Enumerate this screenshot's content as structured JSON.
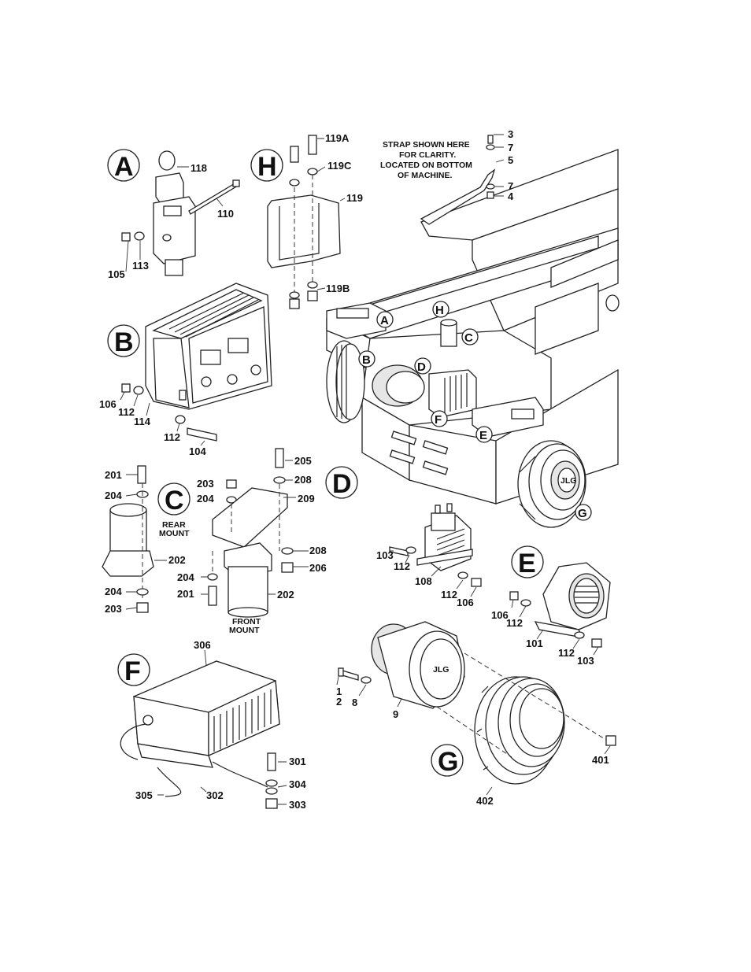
{
  "callouts": {
    "A": "A",
    "B": "B",
    "C": "C",
    "D": "D",
    "E": "E",
    "F": "F",
    "G": "G",
    "H": "H"
  },
  "notes": {
    "strap_line1": "STRAP SHOWN HERE",
    "strap_line2": "FOR CLARITY.",
    "strap_line3": "LOCATED ON BOTTOM",
    "strap_line4": "OF MACHINE.",
    "rear_mount_line1": "REAR",
    "rear_mount_line2": "MOUNT",
    "front_mount_line1": "FRONT",
    "front_mount_line2": "MOUNT"
  },
  "part_numbers": {
    "p118": "118",
    "p110": "110",
    "p113": "113",
    "p105": "105",
    "p119A": "119A",
    "p119C": "119C",
    "p119": "119",
    "p119B": "119B",
    "p3": "3",
    "p7a": "7",
    "p5": "5",
    "p7b": "7",
    "p4": "4",
    "p106a": "106",
    "p112a": "112",
    "p114": "114",
    "p112b": "112",
    "p104": "104",
    "p201a": "201",
    "p204a": "204",
    "p202a": "202",
    "p204b": "204",
    "p203a": "203",
    "p205": "205",
    "p208a": "208",
    "p203b": "203",
    "p204c": "204",
    "p209": "209",
    "p208b": "208",
    "p206": "206",
    "p204d": "204",
    "p201b": "201",
    "p202b": "202",
    "p103a": "103",
    "p112c": "112",
    "p108": "108",
    "p112d": "112",
    "p106b": "106",
    "p106c": "106",
    "p112e": "112",
    "p101": "101",
    "p112f": "112",
    "p103b": "103",
    "p306": "306",
    "p301": "301",
    "p304": "304",
    "p305": "305",
    "p302": "302",
    "p303": "303",
    "p1": "1",
    "p2": "2",
    "p8": "8",
    "p9": "9",
    "p401": "401",
    "p402": "402"
  }
}
